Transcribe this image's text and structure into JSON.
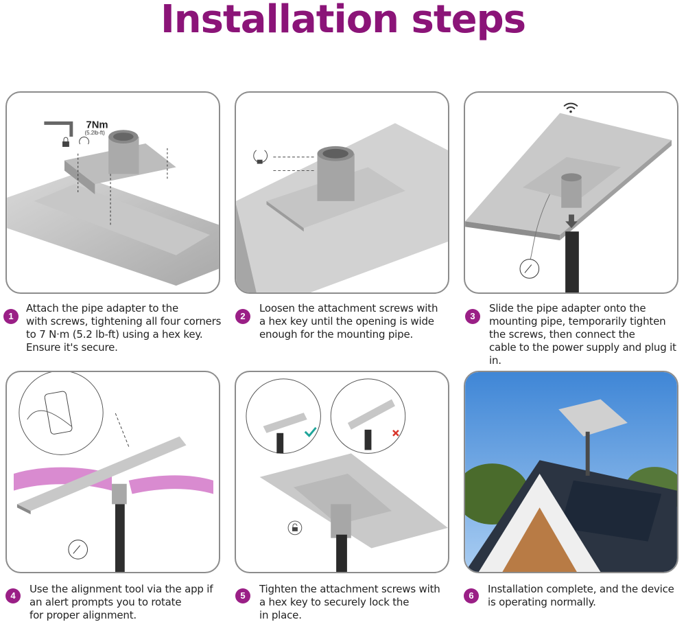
{
  "title": "Installation steps",
  "colors": {
    "accent": "#9a1f86",
    "title": "#8b1478",
    "panel_border": "#8c8c8c"
  },
  "steps": [
    {
      "number": "1",
      "text": "Attach the pipe adapter to the\nwith screws, tightening all four corners\nto 7 N·m (5.2 lb-ft) using a hex key.\nEnsure it's secure."
    },
    {
      "number": "2",
      "text": "Loosen the attachment screws with\na hex key until the opening is wide\nenough for the mounting pipe."
    },
    {
      "number": "3",
      "text": "Slide the pipe adapter onto the\nmounting pipe, temporarily tighten\nthe screws, then connect the\ncable to the power supply and plug it in."
    },
    {
      "number": "4",
      "text": "Use the alignment tool via the app if\nan alert prompts you to rotate\nfor proper alignment."
    },
    {
      "number": "5",
      "text": "Tighten the attachment screws with\na hex key to securely lock the\nin place."
    },
    {
      "number": "6",
      "text": "Installation complete, and the device\nis operating normally."
    }
  ],
  "panel1": {
    "torque": "7Nm",
    "torque_sub": "(5.2lb-ft)"
  },
  "icons": {
    "panel1": [
      "hex-key-icon",
      "lock-icon",
      "rotate-icon"
    ],
    "panel2": [
      "rotate-unlock-icon"
    ],
    "panel3": [
      "wifi-icon",
      "satellite-dish-icon"
    ],
    "panel4": [
      "phone-icon",
      "satellite-dish-icon"
    ],
    "panel5": [
      "check-icon",
      "cross-icon",
      "lock-icon"
    ]
  }
}
